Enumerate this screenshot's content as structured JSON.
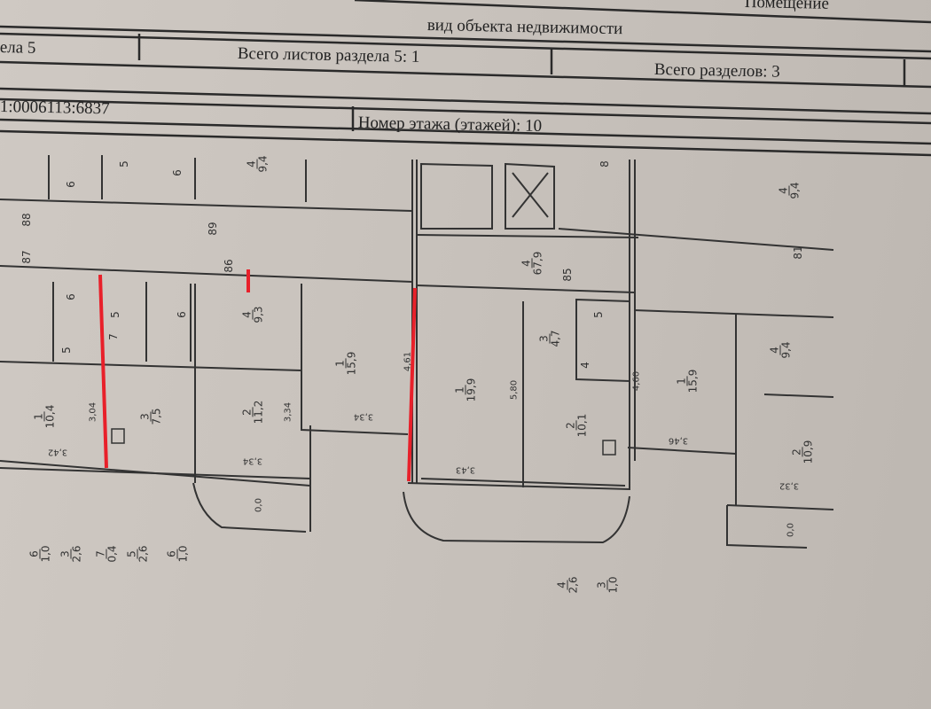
{
  "header": {
    "object_type_value": "Помещение",
    "object_type_caption": "вид объекта недвижимости",
    "section_label": "ела 5",
    "sheets_total": "Всего листов раздела 5: 1",
    "sections_total": "Всего разделов: 3",
    "cadastral_number": "1:0006113:6837",
    "floor_number": "Номер этажа (этажей): 10"
  },
  "plan": {
    "rooms": [
      {
        "num": "4",
        "area": "9,4"
      },
      {
        "num": "4",
        "area": "9,4"
      },
      {
        "num": "4",
        "area": "67,9"
      },
      {
        "num": "4",
        "area": "9,3"
      },
      {
        "num": "1",
        "area": "15,9"
      },
      {
        "num": "1",
        "area": "19,9"
      },
      {
        "num": "3",
        "area": "4,7"
      },
      {
        "num": "1",
        "area": "15,9"
      },
      {
        "num": "4",
        "area": "9,4"
      },
      {
        "num": "1",
        "area": "10,4"
      },
      {
        "num": "3",
        "area": "7,5"
      },
      {
        "num": "2",
        "area": "11,2"
      },
      {
        "num": "2",
        "area": "10,1"
      },
      {
        "num": "2",
        "area": "10,9"
      },
      {
        "num": "6",
        "area": "1,0"
      },
      {
        "num": "3",
        "area": "2,6"
      },
      {
        "num": "7",
        "area": "0,4"
      },
      {
        "num": "5",
        "area": "2,6"
      },
      {
        "num": "6",
        "area": "1,0"
      },
      {
        "num": "4",
        "area": "2,6"
      },
      {
        "num": "3",
        "area": "1,0"
      }
    ],
    "small_numbers": [
      "6",
      "5",
      "6",
      "6",
      "5",
      "6",
      "5",
      "7",
      "5",
      "4"
    ],
    "apartment_numbers": [
      "88",
      "87",
      "89",
      "86",
      "85",
      "81",
      "8"
    ],
    "dimensions": [
      "4,61",
      "4,60",
      "5,80",
      "3,04",
      "3,34",
      "3,42",
      "3,34",
      "3,34",
      "3,43",
      "3,46",
      "3,32",
      "0,0",
      "0,0"
    ],
    "markup_color": "#e8202a"
  }
}
